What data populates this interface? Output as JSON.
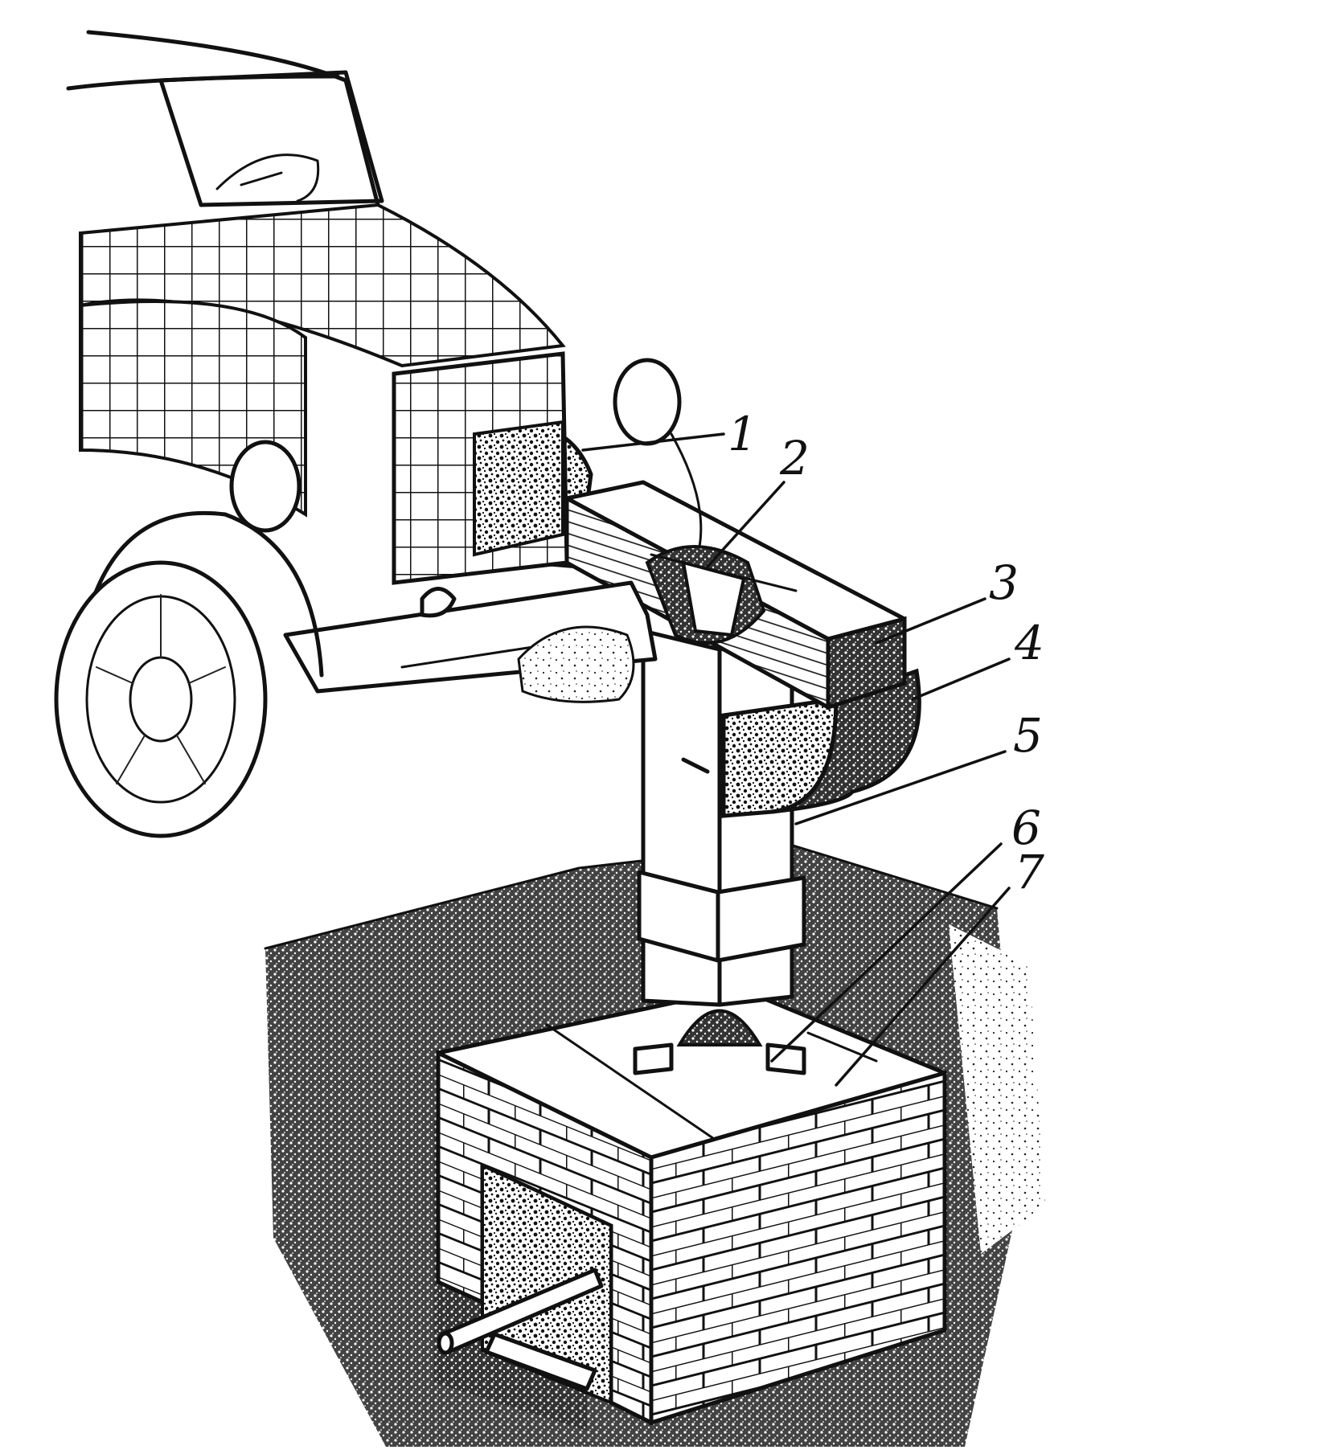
{
  "figure": {
    "callouts": [
      {
        "id": "1",
        "label": "1"
      },
      {
        "id": "2",
        "label": "2"
      },
      {
        "id": "3",
        "label": "3"
      },
      {
        "id": "4",
        "label": "4"
      },
      {
        "id": "5",
        "label": "5"
      },
      {
        "id": "6",
        "label": "6"
      },
      {
        "id": "7",
        "label": "7"
      }
    ],
    "palette": {
      "ink": "#111111",
      "paper": "#ffffff"
    }
  }
}
